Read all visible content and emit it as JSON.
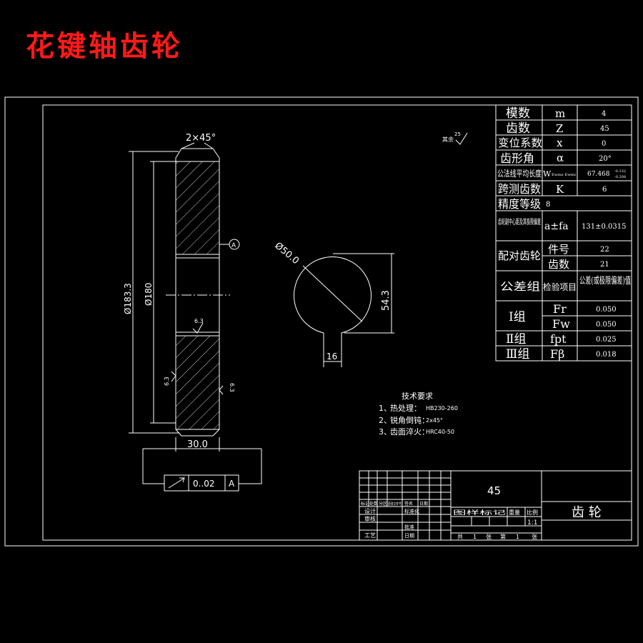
{
  "title": "花键轴齿轮",
  "drawing": {
    "chamfer": "2×45°",
    "dim_outer": "Ø183.3",
    "dim_root": "Ø180",
    "dim_width": "30.0",
    "roughness_top": "6.3",
    "roughness_left": "6.3",
    "roughness_right": "6.3",
    "roughness_general": "25",
    "roughness_rest": "其余",
    "datum": "A",
    "runout_value": "0..02",
    "runout_datum": "A",
    "bore_dia": "Ø50.0",
    "bore_height": "54.3",
    "keyway_width": "16"
  },
  "tech": {
    "title": "技术要求",
    "items": [
      {
        "no": "1、",
        "label": "热处理：",
        "value": "HB230-260"
      },
      {
        "no": "2、",
        "label": "锐角倒钝：",
        "value": "2x45°"
      },
      {
        "no": "3、",
        "label": "齿面淬火：",
        "value": "HRC40-50"
      }
    ]
  },
  "params": {
    "rows": [
      {
        "name": "模数",
        "sym": "m",
        "val": "4"
      },
      {
        "name": "齿数",
        "sym": "Z",
        "val": "45"
      },
      {
        "name": "变位系数",
        "sym": "x",
        "val": "0"
      },
      {
        "name": "齿形角",
        "sym": "α",
        "val": "20°"
      },
      {
        "name": "公法线平均长度",
        "sym": "W",
        "sym2": "Ewms Ewmi",
        "val": "67.468",
        "val_up": "-0.132",
        "val_low": "-0.208"
      },
      {
        "name": "跨测齿数",
        "sym": "K",
        "val": "6"
      },
      {
        "name": "精度等级",
        "val": "8"
      },
      {
        "name": "齿轮副中心距及其极限偏差",
        "sym": "a±fa",
        "val": "131±0.0315"
      },
      {
        "name": "配对齿轮",
        "sym": "件号",
        "val": "22"
      },
      {
        "sym": "齿数",
        "val": "21"
      },
      {
        "name": "公差组",
        "sym": "检验项目",
        "val": "公差(或极限偏差)值"
      },
      {
        "name": "Ⅰ组",
        "sym": "Fr",
        "val": "0.050"
      },
      {
        "sym": "Fw",
        "val": "0.050"
      },
      {
        "name": "Ⅱ组",
        "sym": "fpt",
        "val": "0.025"
      },
      {
        "name": "Ⅲ组",
        "sym": "Fβ",
        "val": "0.018"
      }
    ]
  },
  "titleblock": {
    "material": "45",
    "part_name": "齿 轮",
    "headers": [
      "标记",
      "处数",
      "分区",
      "更改文件号",
      "签名",
      "日期"
    ],
    "roles": [
      "设计",
      "审核",
      "工艺"
    ],
    "roles2": [
      "标准化",
      "批准",
      "日期"
    ],
    "stage_headers": [
      "图样标记",
      "重量",
      "比例"
    ],
    "scale": "1:1",
    "sheets": [
      "共",
      "1",
      "张",
      "第",
      "1",
      "张"
    ]
  }
}
